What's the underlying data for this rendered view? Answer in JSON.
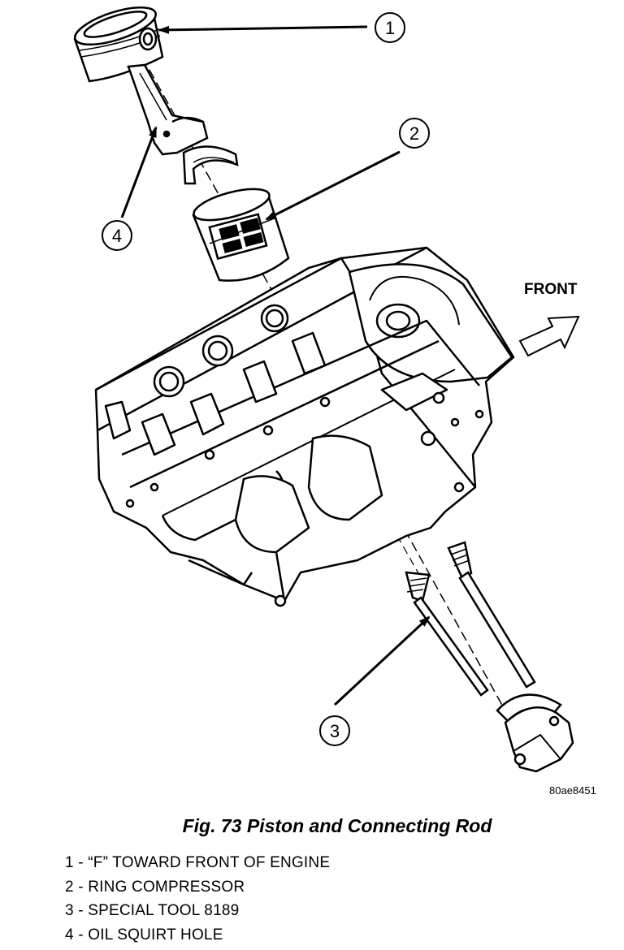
{
  "figure": {
    "caption": "Fig. 73 Piston and Connecting Rod",
    "image_code": "80ae8451",
    "direction_label": "FRONT"
  },
  "callouts": [
    {
      "number": "1",
      "text": "1 - “F” TOWARD FRONT OF ENGINE"
    },
    {
      "number": "2",
      "text": "2 - RING COMPRESSOR"
    },
    {
      "number": "3",
      "text": "3 - SPECIAL TOOL 8189"
    },
    {
      "number": "4",
      "text": "4 - OIL SQUIRT HOLE"
    }
  ]
}
